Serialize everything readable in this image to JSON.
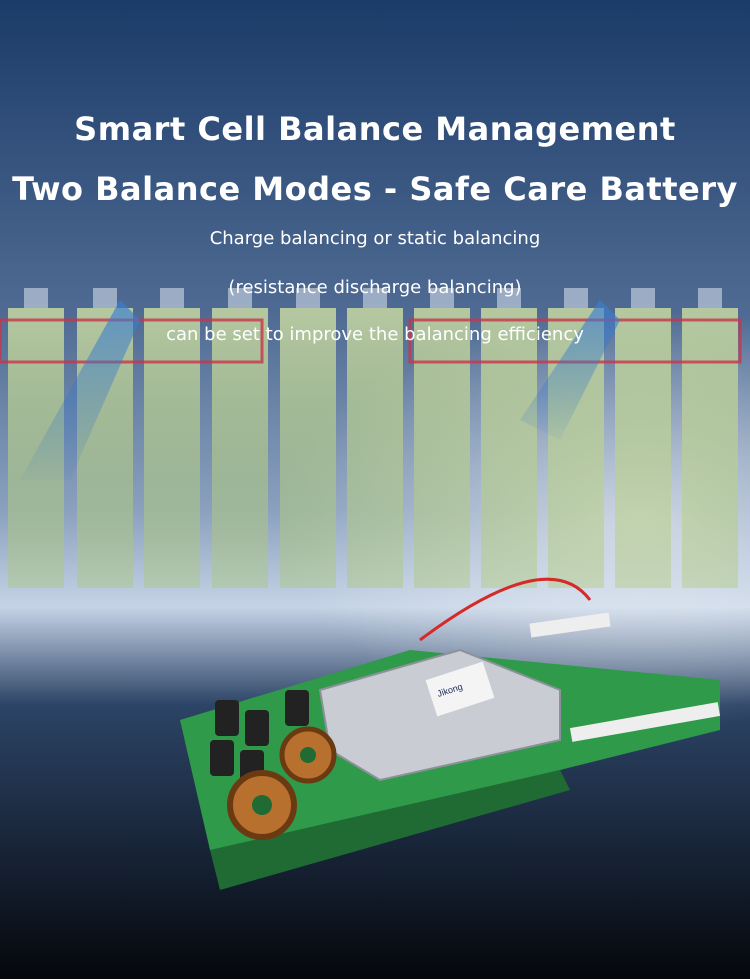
{
  "heading": {
    "line1": "Smart Cell Balance Management",
    "line2": "Two Balance Modes - Safe Care Battery"
  },
  "description": {
    "line1": "Charge balancing or static balancing",
    "line2": "(resistance discharge balancing)",
    "line3": "can be set to improve the balancing efficiency"
  },
  "board_label": {
    "brand": "Jikong"
  },
  "colors": {
    "cell_green": "#b8d36a",
    "balance_frame": "#c8344a",
    "arrow_blue": "#3b7fd0",
    "pcb_green": "#2f9a4a"
  },
  "icons": [
    "battery-cell-graphic",
    "upward-arrow-icon",
    "bms-circuit-board"
  ]
}
